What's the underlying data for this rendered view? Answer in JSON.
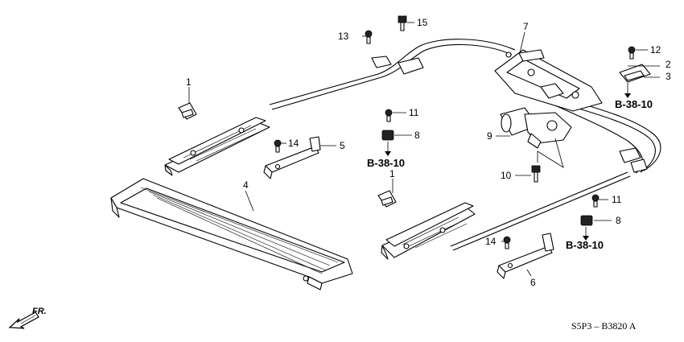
{
  "callouts": {
    "c1a": "1",
    "c1b": "1",
    "c2": "2",
    "c3": "3",
    "c4": "4",
    "c5": "5",
    "c6": "6",
    "c7": "7",
    "c8a": "8",
    "c8b": "8",
    "c9": "9",
    "c10": "10",
    "c11a": "11",
    "c11b": "11",
    "c12": "12",
    "c13": "13",
    "c14a": "14",
    "c14b": "14",
    "c15": "15"
  },
  "references": {
    "r1": "B-38-10",
    "r2": "B-38-10",
    "r3": "B-38-10"
  },
  "diagram_code": "S5P3 – B3820 A",
  "front_indicator": "FR.",
  "icons": {
    "front_arrow": "front-arrow-icon"
  }
}
